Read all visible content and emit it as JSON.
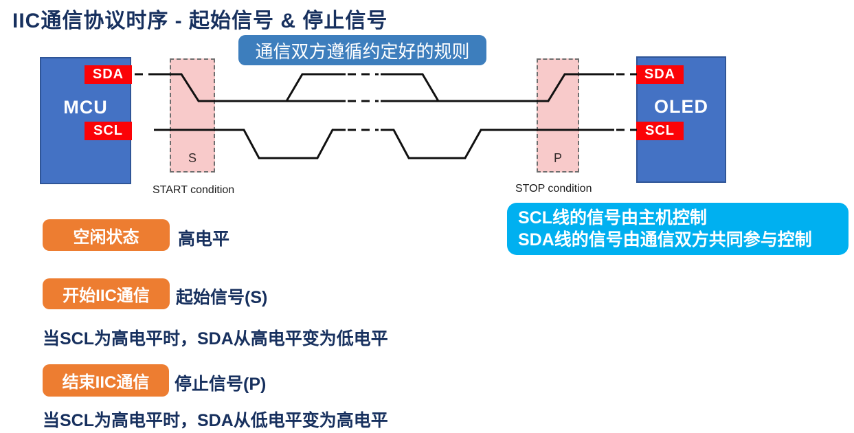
{
  "title": "IIC通信协议时序 - 起始信号 & 停止信号",
  "callout": {
    "text": "通信双方遵循约定好的规则"
  },
  "devices": {
    "mcu": {
      "name": "MCU",
      "sda": "SDA",
      "scl": "SCL"
    },
    "oled": {
      "name": "OLED",
      "sda": "SDA",
      "scl": "SCL"
    }
  },
  "timing": {
    "start_region_label": "S",
    "stop_region_label": "P",
    "start_caption": "START condition",
    "stop_caption": "STOP condition",
    "signals": [
      "SDA",
      "SCL"
    ]
  },
  "note": {
    "line1": "SCL线的信号由主机控制",
    "line2": "SDA线的信号由通信双方共同参与控制"
  },
  "sections": [
    {
      "badge": "空闲状态",
      "text": "高电平"
    },
    {
      "badge": "开始IIC通信",
      "text": "起始信号(S)",
      "desc": "当SCL为高电平时，SDA从高电平变为低电平"
    },
    {
      "badge": "结束IIC通信",
      "text": "停止信号(P)",
      "desc": "当SCL为高电平时，SDA从低电平变为高电平"
    }
  ],
  "colors": {
    "title_text": "#17305E",
    "device_fill": "#4472C4",
    "device_border": "#2F5597",
    "pin_label": "#FB0307",
    "callout_blue": "#3D7EBD",
    "note_cyan": "#00B0F0",
    "badge_orange": "#ED7D31",
    "region_pink": "#F8CACA",
    "waveform": "#111111"
  }
}
